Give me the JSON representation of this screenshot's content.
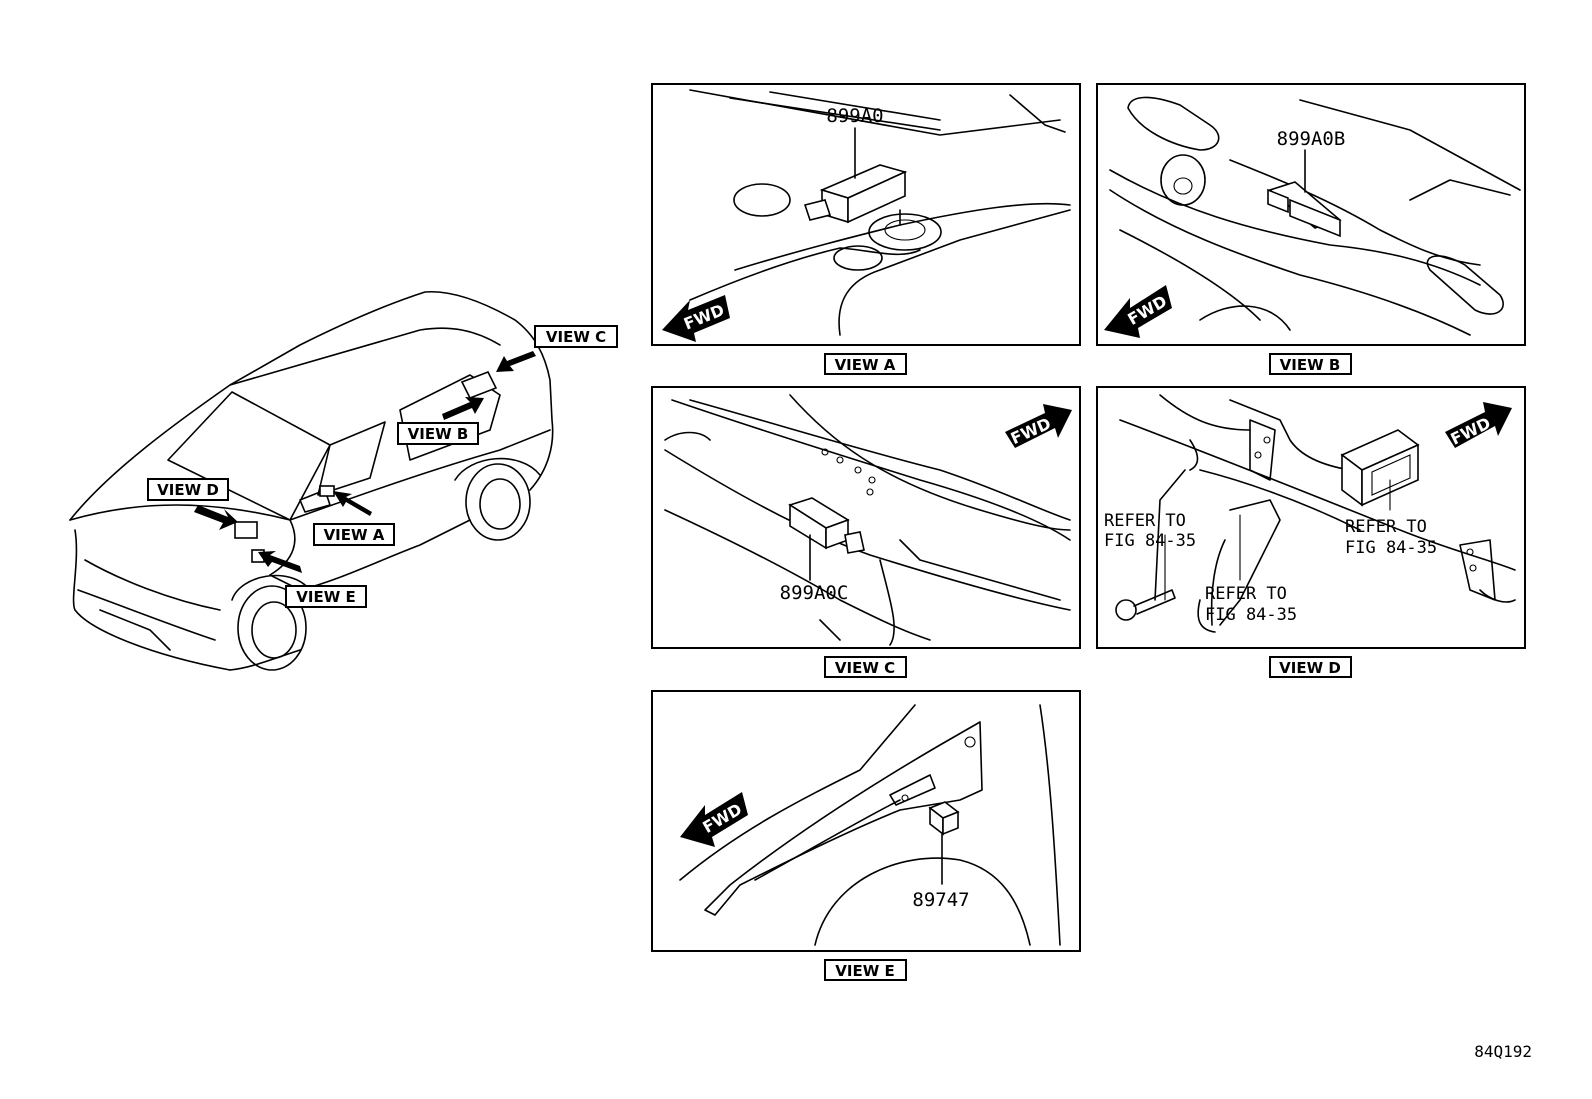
{
  "figure_code": "84Q192",
  "fwd_label": "FWD",
  "overview": {
    "callouts": [
      {
        "key": "c",
        "label": "VIEW C"
      },
      {
        "key": "b",
        "label": "VIEW B"
      },
      {
        "key": "d",
        "label": "VIEW D"
      },
      {
        "key": "a",
        "label": "VIEW A"
      },
      {
        "key": "e",
        "label": "VIEW E"
      }
    ]
  },
  "views": {
    "a": {
      "caption": "VIEW A",
      "part_number": "899A0"
    },
    "b": {
      "caption": "VIEW B",
      "part_number": "899A0B"
    },
    "c": {
      "caption": "VIEW C",
      "part_number": "899A0C"
    },
    "d": {
      "caption": "VIEW D",
      "refer_1": [
        "REFER TO",
        "FIG 84-35"
      ],
      "refer_2": [
        "REFER TO",
        "FIG 84-35"
      ],
      "refer_3": [
        "REFER TO",
        "FIG 84-35"
      ]
    },
    "e": {
      "caption": "VIEW E",
      "part_number": "89747"
    }
  }
}
